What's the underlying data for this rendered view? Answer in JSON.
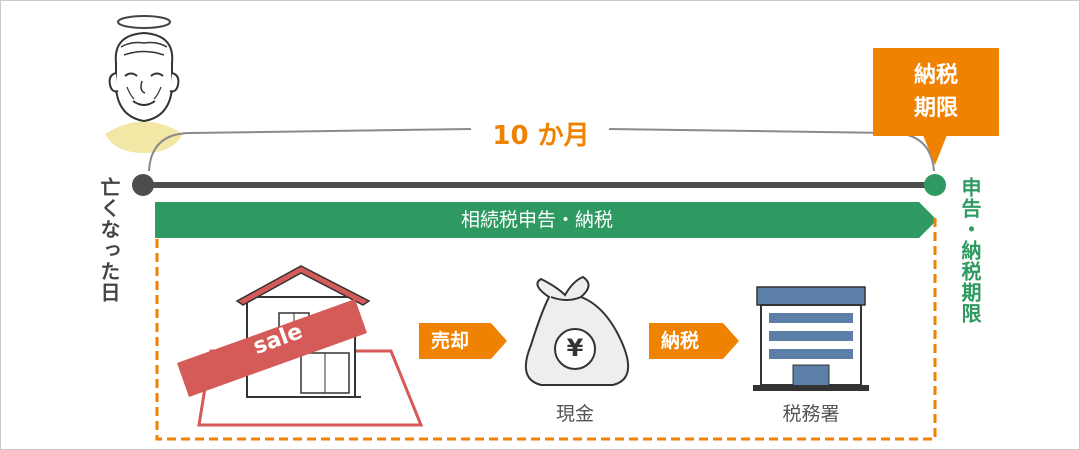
{
  "timeline": {
    "start_label": "亡くなった日",
    "end_label": "申告・納税期限",
    "duration": "10 か月",
    "deadline_box": "納税期限",
    "band_label": "相続税申告・納税"
  },
  "flow": {
    "sale_sign": "sale",
    "step1_arrow": "売却",
    "step1_caption": "現金",
    "currency_symbol": "¥",
    "step2_arrow": "納税",
    "step2_caption": "税務署"
  },
  "colors": {
    "accent_orange": "#ef8200",
    "accent_green": "#2e9a62",
    "timeline_gray": "#4d4d4d",
    "sale_red": "#d45b57",
    "halo_yellow": "#f3e7a6"
  }
}
